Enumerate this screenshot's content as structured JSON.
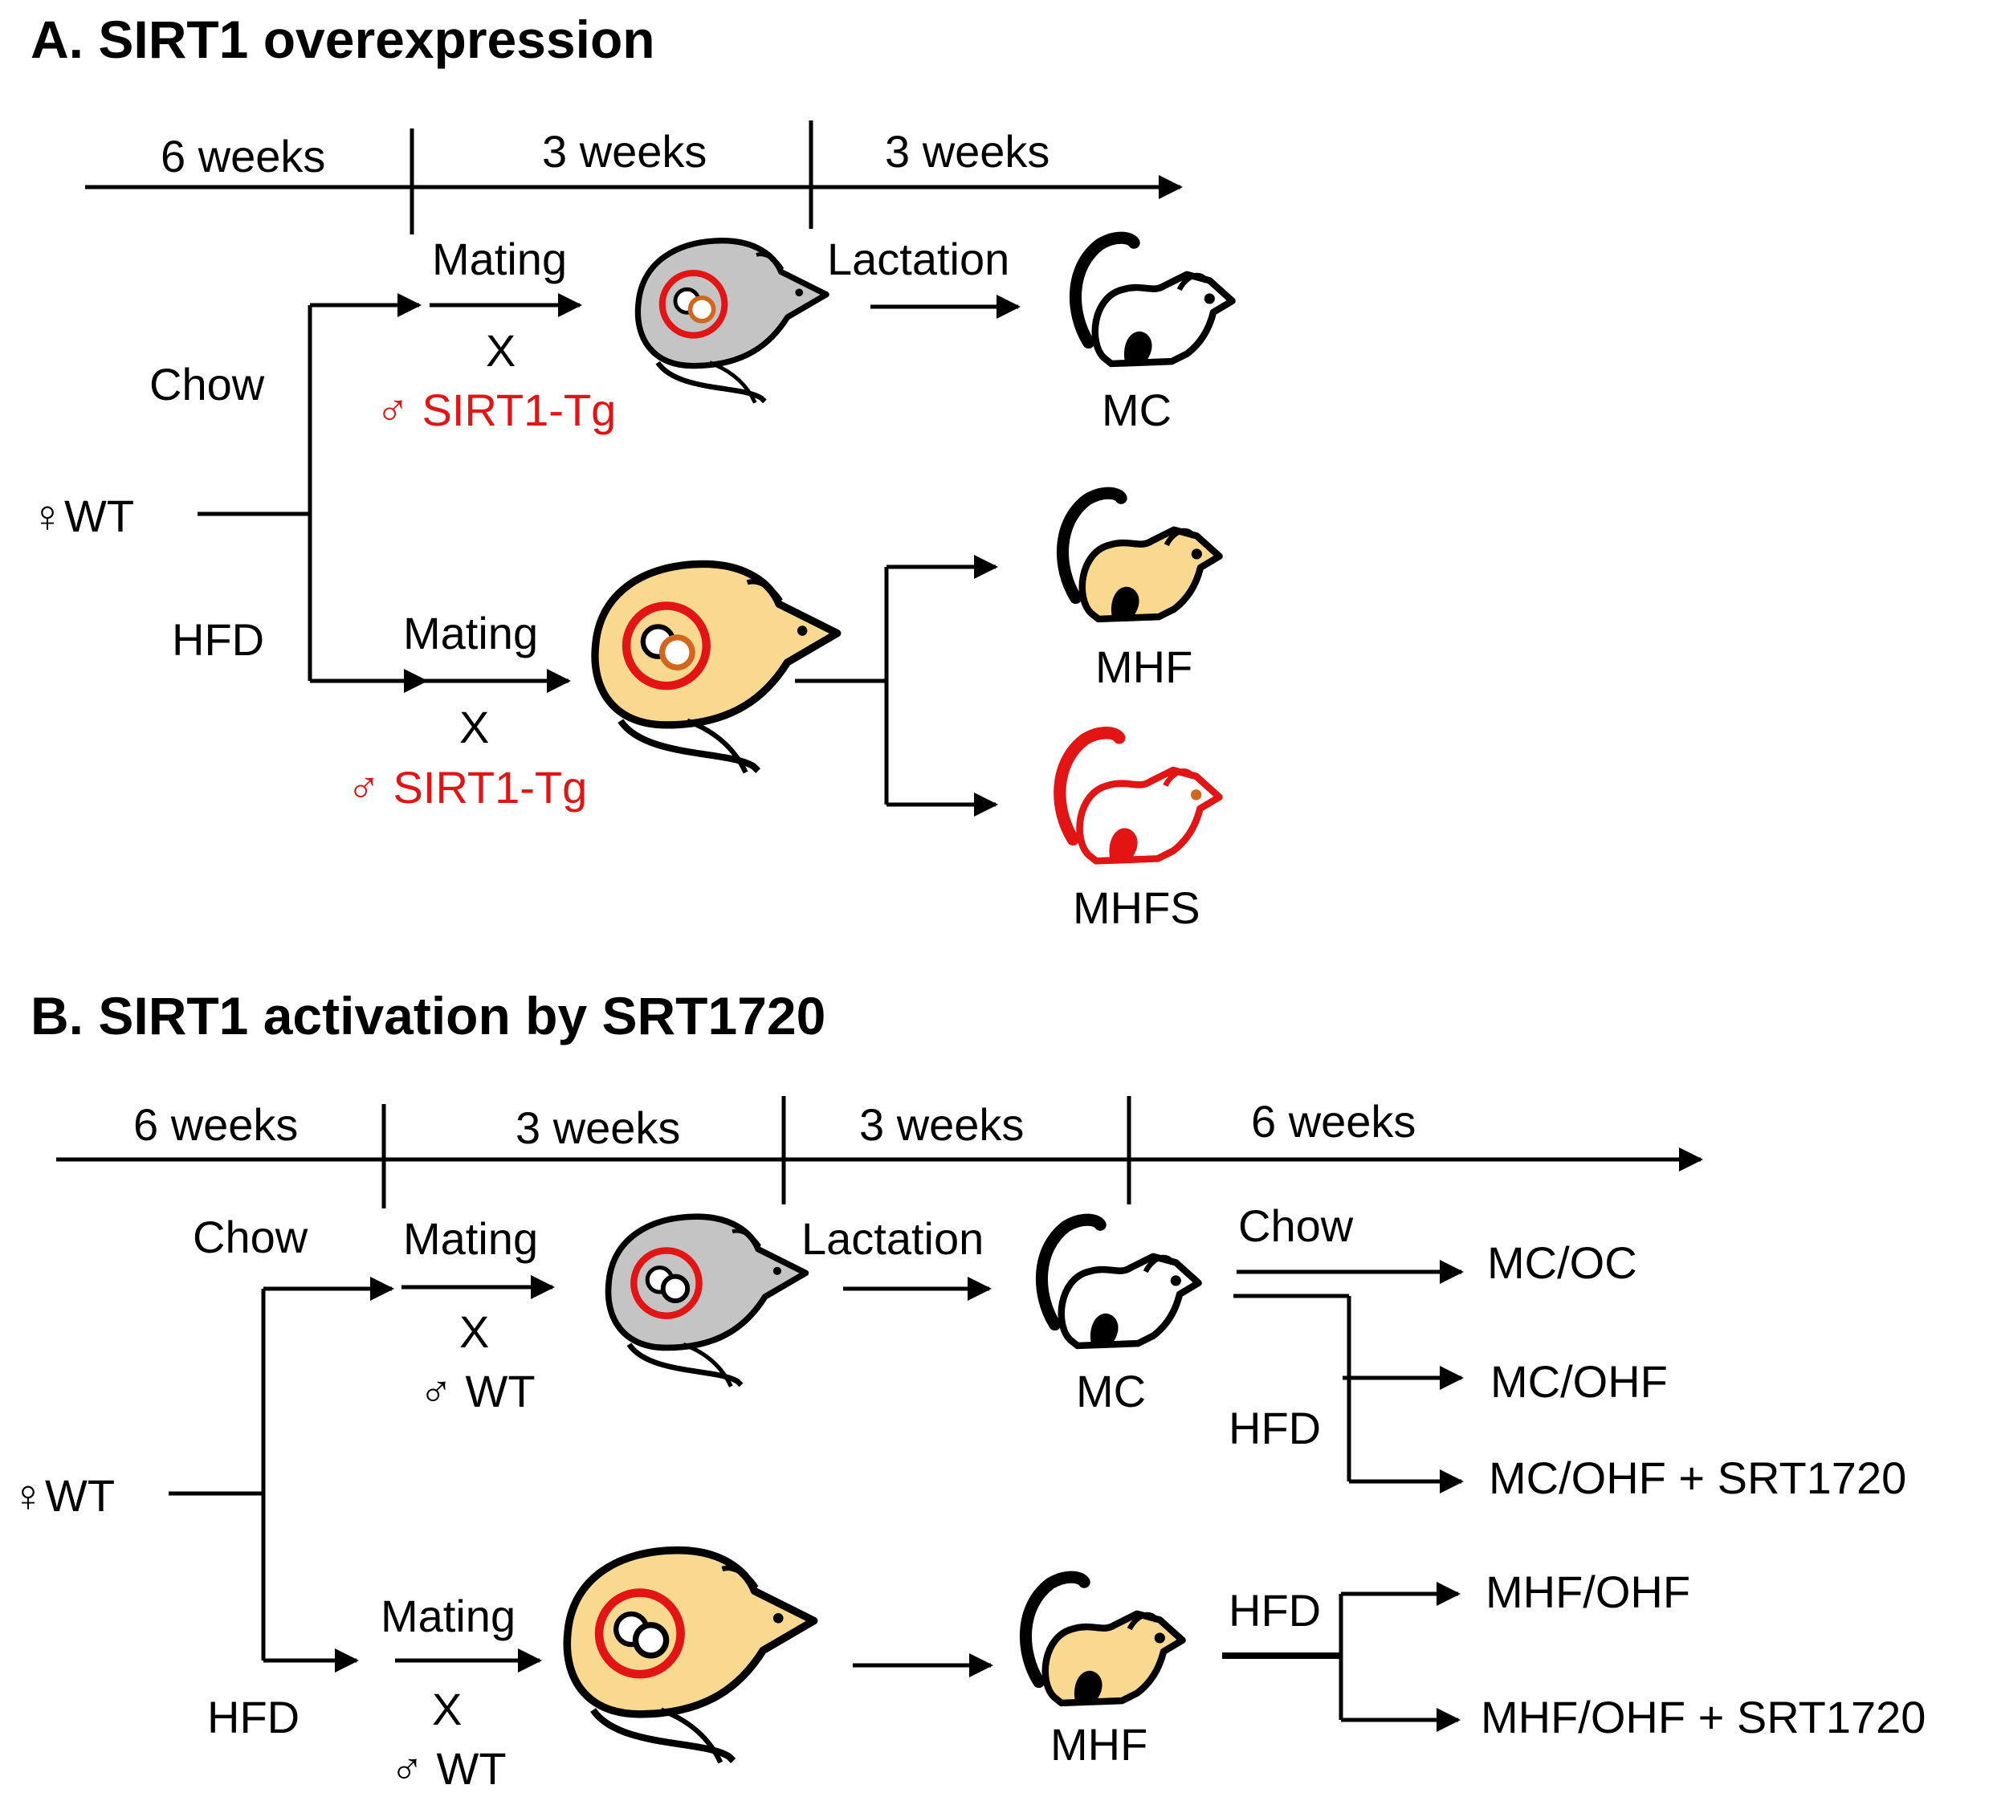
{
  "panel_a": {
    "title": "A. SIRT1 overexpression",
    "timeline": [
      "6 weeks",
      "3 weeks",
      "3 weeks"
    ],
    "female": "♀WT",
    "branch_chow": "Chow",
    "branch_hfd": "HFD",
    "mating_top": "Mating",
    "mating_bottom": "Mating",
    "cross_top": "X",
    "cross_bottom": "X",
    "male_top": "♂ SIRT1-Tg",
    "male_bottom": "♂ SIRT1-Tg",
    "lactation": "Lactation",
    "offspring": [
      "MC",
      "MHF",
      "MHFS"
    ]
  },
  "panel_b": {
    "title": "B. SIRT1 activation by SRT1720",
    "timeline": [
      "6 weeks",
      "3 weeks",
      "3 weeks",
      "6 weeks"
    ],
    "female": "♀WT",
    "branch_chow": "Chow",
    "branch_hfd": "HFD",
    "mating_top": "Mating",
    "mating_bottom": "Mating",
    "cross_top": "X",
    "cross_bottom": "X",
    "male_top": "♂ WT",
    "male_bottom": "♂ WT",
    "lactation": "Lactation",
    "offspring": [
      "MC",
      "MHF"
    ],
    "post_chow": "Chow",
    "post_hfd_mc": "HFD",
    "post_hfd_mhf": "HFD",
    "groups": [
      "MC/OC",
      "MC/OHF",
      "MC/OHF + SRT1720",
      "MHF/OHF",
      "MHF/OHF + SRT1720"
    ]
  },
  "colors": {
    "chow_mouse": "#c4c4c4",
    "hfd_mouse": "#f9d88f",
    "sirt1_red": "#e31414",
    "eye_orange": "#d2661e"
  },
  "icons": [
    "pregnant-mouse-icon",
    "pup-mouse-icon",
    "arrow-icon"
  ]
}
